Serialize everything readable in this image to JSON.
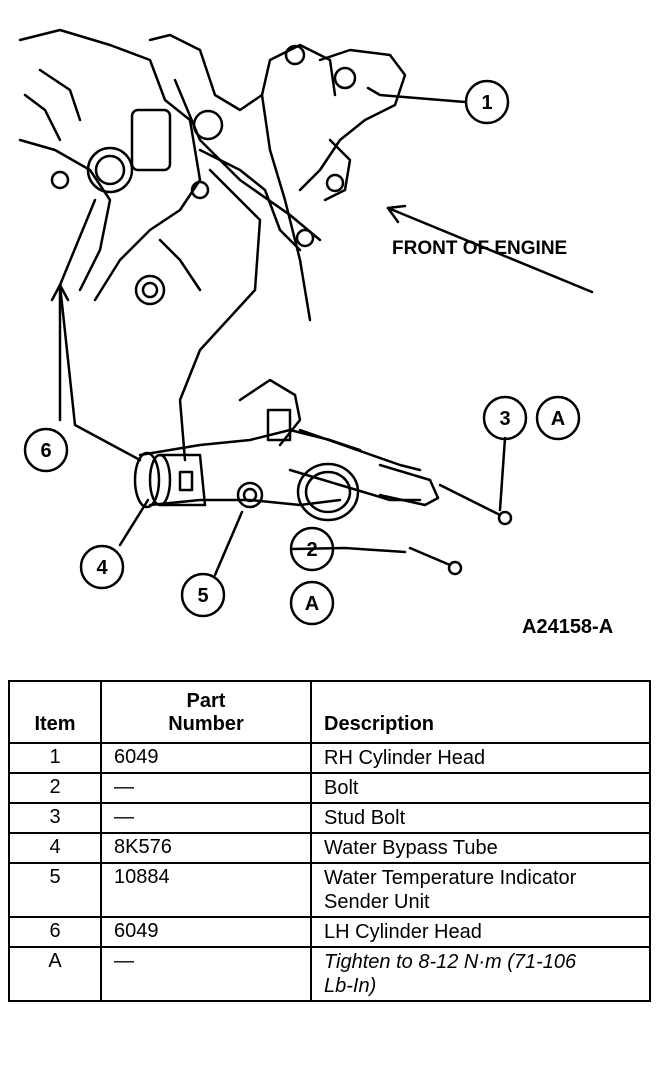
{
  "figure": {
    "front_label": "FRONT OF ENGINE",
    "figure_id": "A24158-A",
    "callouts": [
      "1",
      "2",
      "3",
      "4",
      "5",
      "6"
    ],
    "spec_markers": [
      "A",
      "A"
    ]
  },
  "table": {
    "headers": {
      "item": "Item",
      "part_line1": "Part",
      "part_line2": "Number",
      "description": "Description"
    },
    "rows": [
      {
        "item": "1",
        "part": "6049",
        "desc1": "RH Cylinder Head",
        "desc2": ""
      },
      {
        "item": "2",
        "part": "—",
        "desc1": "Bolt",
        "desc2": ""
      },
      {
        "item": "3",
        "part": "—",
        "desc1": "Stud Bolt",
        "desc2": ""
      },
      {
        "item": "4",
        "part": "8K576",
        "desc1": "Water Bypass Tube",
        "desc2": ""
      },
      {
        "item": "5",
        "part": "10884",
        "desc1": "Water Temperature Indicator",
        "desc2": "Sender Unit"
      },
      {
        "item": "6",
        "part": "6049",
        "desc1": "LH Cylinder Head",
        "desc2": ""
      },
      {
        "item": "A",
        "part": "—",
        "desc1": "Tighten to 8-12 N·m (71-106",
        "desc2": "Lb-In)"
      }
    ]
  }
}
